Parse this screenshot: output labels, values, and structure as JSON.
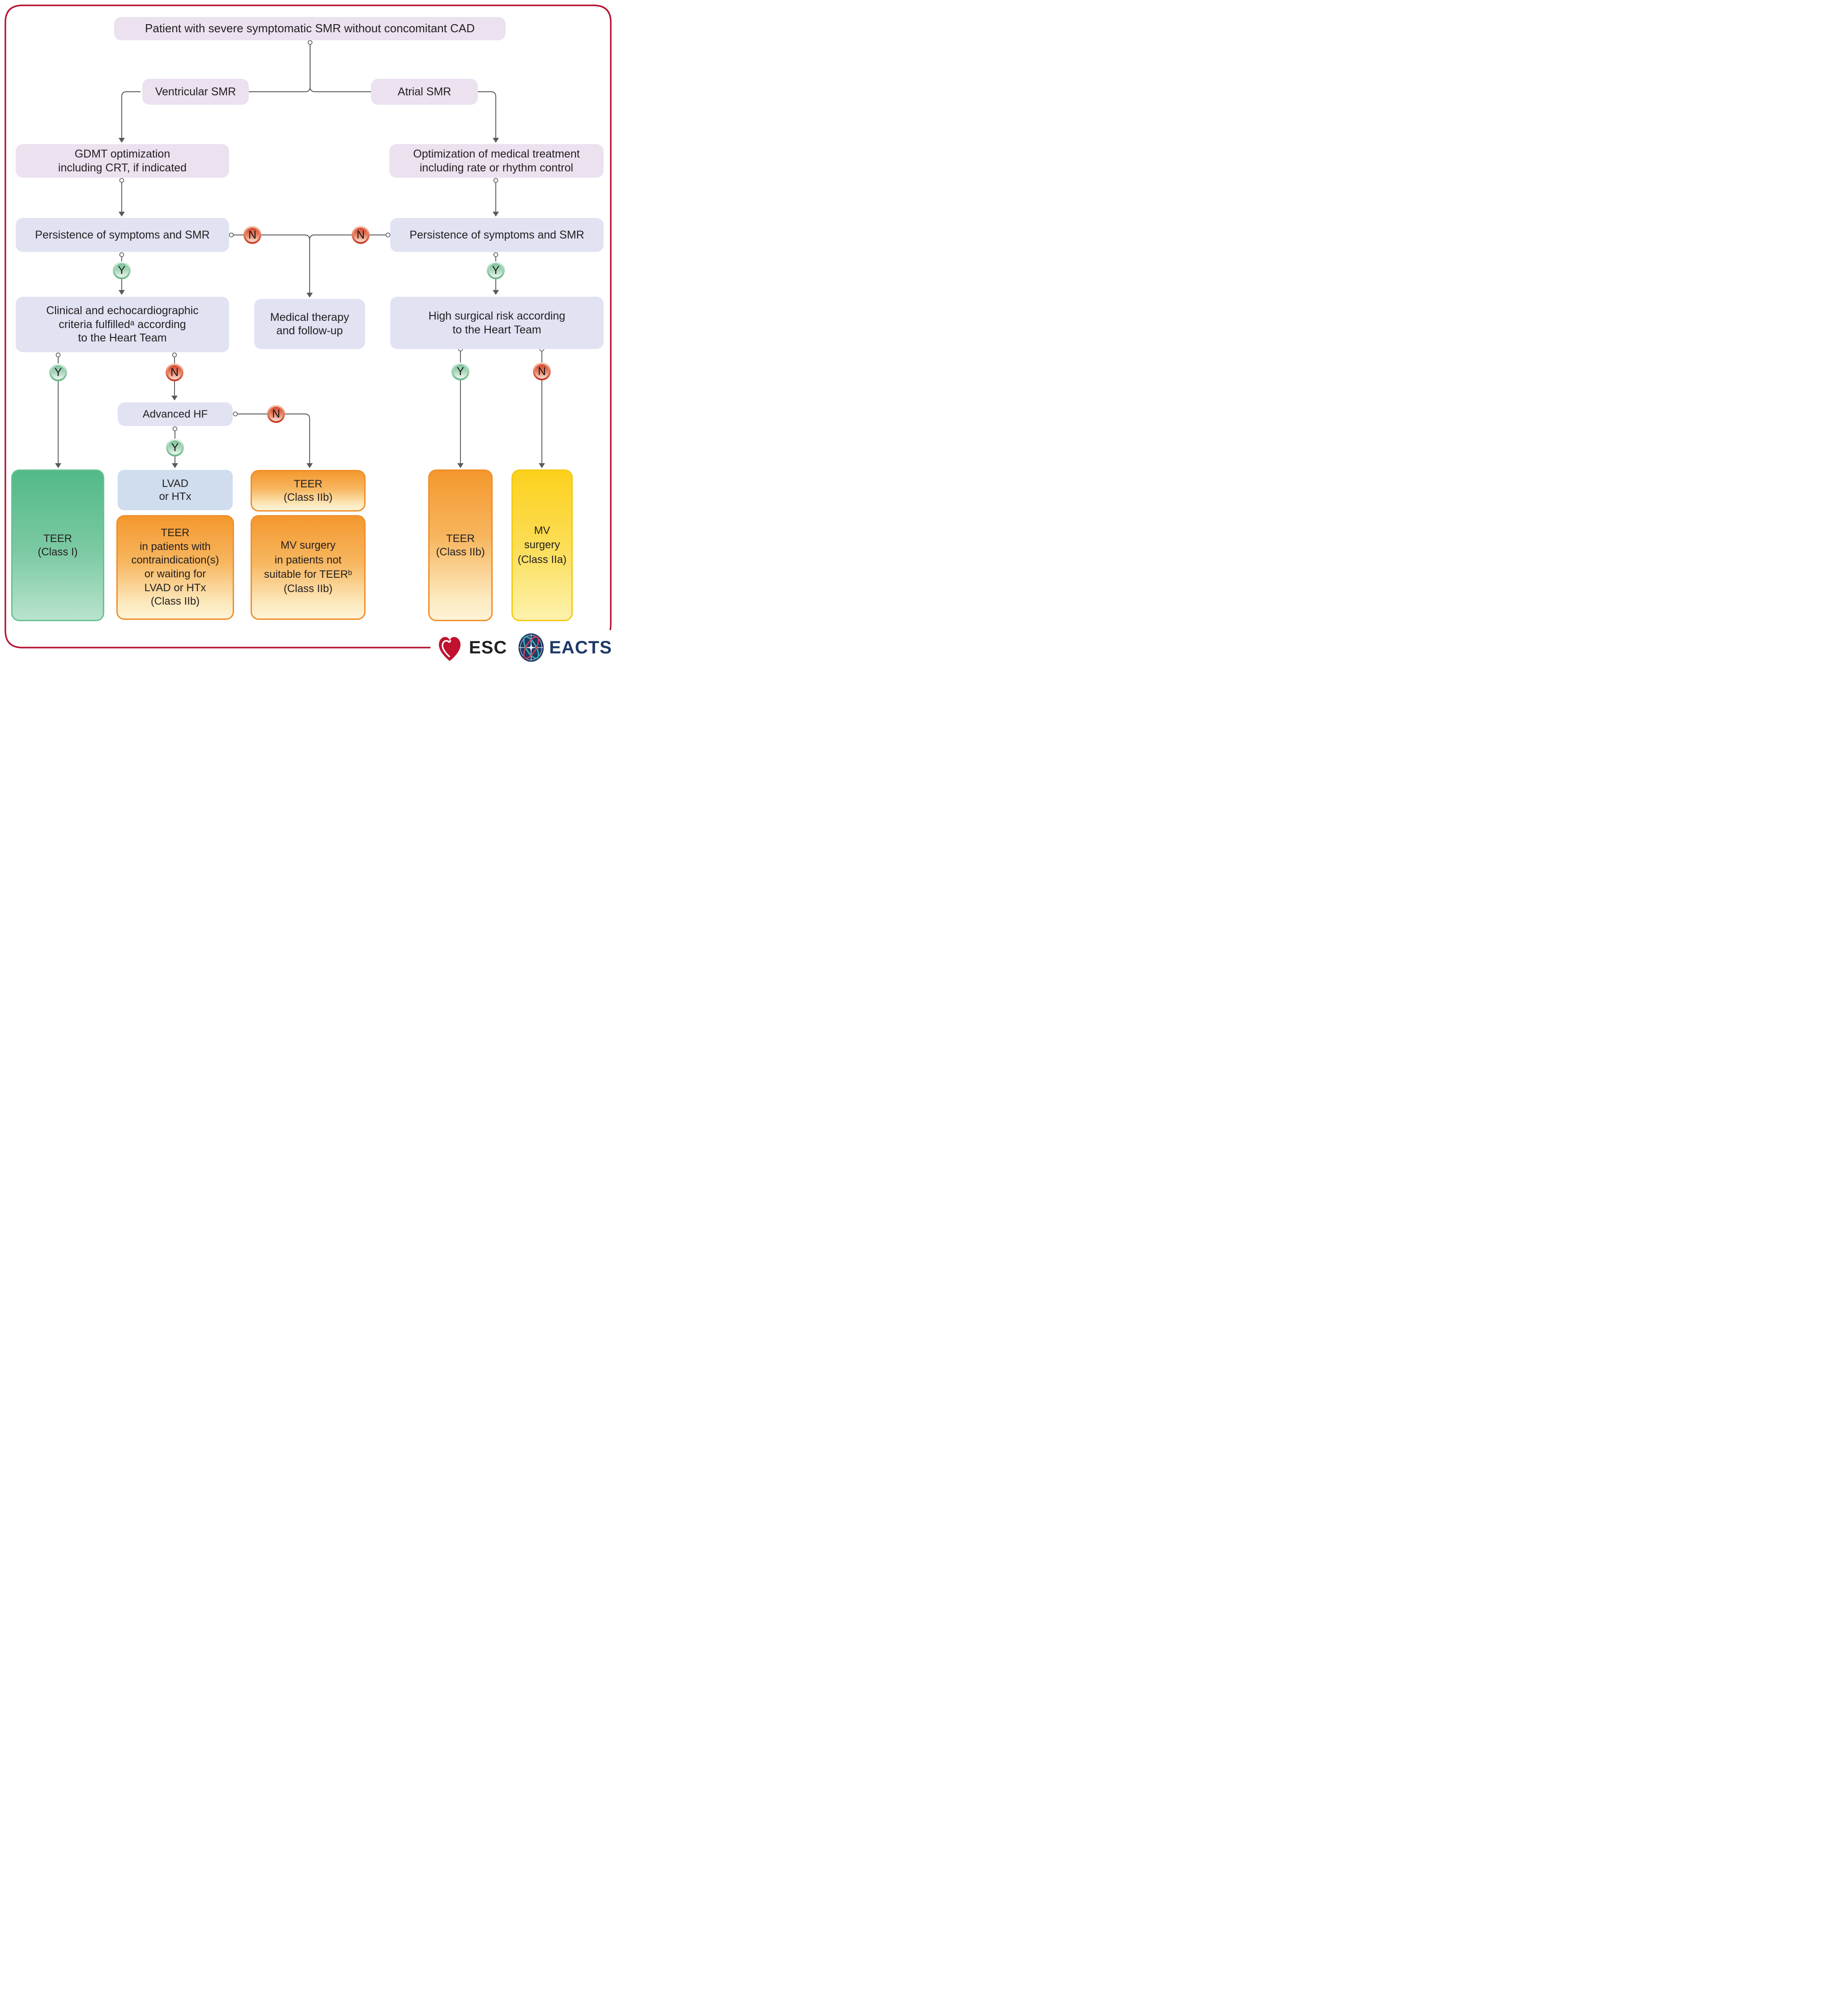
{
  "nodes": {
    "root": "Patient with severe symptomatic SMR without concomitant CAD",
    "ventricular": "Ventricular SMR",
    "atrial": "Atrial SMR",
    "gdmt": "GDMT optimization\nincluding CRT, if indicated",
    "optimization": "Optimization of medical treatment\nincluding rate or rhythm control",
    "persistence_left": "Persistence of symptoms and SMR",
    "persistence_right": "Persistence of symptoms and SMR",
    "criteria": "Clinical and echocardiographic\ncriteria fulfilledᵃ according\nto the Heart Team",
    "medical_therapy": "Medical therapy\nand follow-up",
    "high_risk": "High surgical risk according\nto the Heart Team",
    "advanced_hf": "Advanced HF",
    "teer_class_i": "TEER\n(Class I)",
    "lvad": "LVAD\nor HTx",
    "teer_contraindication": "TEER\nin patients with\ncontraindication(s)\nor waiting for\nLVAD or HTx\n(Class IIb)",
    "teer_iib_mid": "TEER\n(Class IIb)",
    "mv_surgery_mid": "MV surgery\nin patients not\nsuitable for TEERᵇ\n(Class IIb)",
    "teer_iib_right": "TEER\n(Class IIb)",
    "mv_surgery_right": "MV\nsurgery\n(Class IIa)"
  },
  "decisions": {
    "yes": "Y",
    "no": "N"
  },
  "footer": {
    "esc": "ESC",
    "eacts": "EACTS"
  },
  "colors": {
    "border": "#b51331",
    "line": "#58595b",
    "box_pink": "#ebe1ef",
    "box_lavender": "#e1e3f3",
    "box_blue": "#cfddee",
    "green_top": "#52b988",
    "green_bottom": "#b9e3cd",
    "orange_top": "#f4982e",
    "orange_bottom": "#fdf3d6",
    "yellow_top": "#fcd11d",
    "yellow_bottom": "#fdf2ad",
    "yes_green": "#63b584",
    "no_red": "#c8321f",
    "esc_red": "#c0112f",
    "eacts_navy": "#1e3a68",
    "text": "#231f20"
  }
}
